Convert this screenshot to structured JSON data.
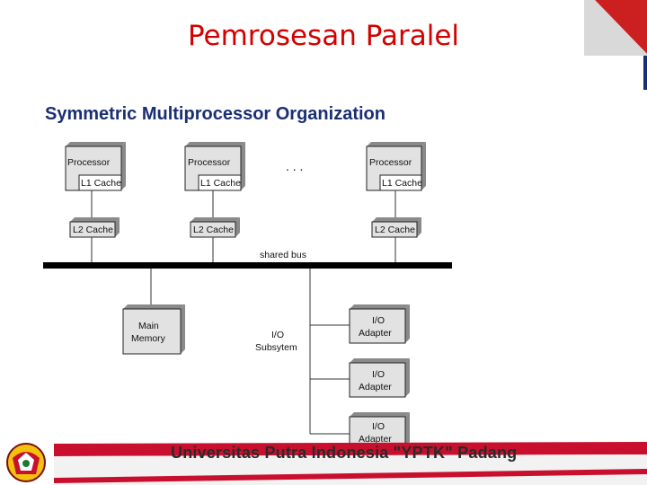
{
  "slide": {
    "title": "Pemrosesan Paralel",
    "subtitle": "Symmetric Multiprocessor Organization"
  },
  "diagram": {
    "processor_label": "Processor",
    "l1_label": "L1 Cache",
    "l2_label": "L2 Cache",
    "ellipsis": ". . .",
    "bus_label": "shared bus",
    "memory_line1": "Main",
    "memory_line2": "Memory",
    "io_line1": "I/O",
    "io_line2": "Subsytem",
    "adapter_line1": "I/O",
    "adapter_line2": "Adapter"
  },
  "footer": {
    "institution": "Universitas Putra Indonesia \"YPTK\" Padang"
  },
  "colors": {
    "title": "#d40000",
    "subtitle": "#1a2f73",
    "accent_red": "#c8102e"
  }
}
